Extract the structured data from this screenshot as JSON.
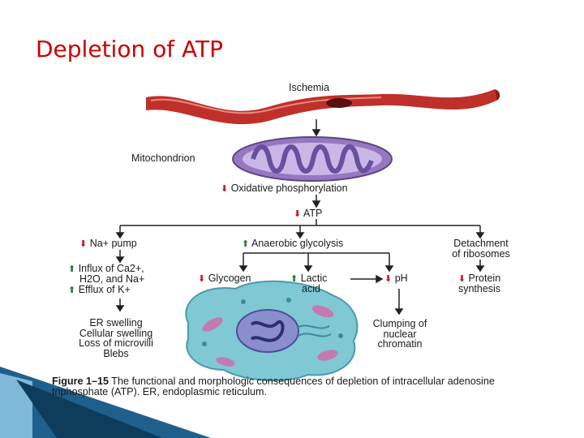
{
  "slide": {
    "title": "Depletion of ATP",
    "title_color": "#cc0000"
  },
  "diagram": {
    "ischemia": "Ischemia",
    "mitochondrion": "Mitochondrion",
    "oxphos": "Oxidative phosphorylation",
    "atp": "ATP",
    "na_pump": "Na+ pump",
    "anaerobic": "Anaerobic glycolysis",
    "detach_line1": "Detachment",
    "detach_line2": "of ribosomes",
    "influx_line1": "Influx of Ca2+,",
    "influx_line2": "H2O, and Na+",
    "efflux": "Efflux of K+",
    "glycogen": "Glycogen",
    "lactic_line1": "Lactic",
    "lactic_line2": "acid",
    "ph": "pH",
    "protein_line1": "Protein",
    "protein_line2": "synthesis",
    "er_line1": "ER swelling",
    "er_line2": "Cellular swelling",
    "er_line3": "Loss of microvilli",
    "er_line4": "Blebs",
    "clump_line1": "Clumping of",
    "clump_line2": "nuclear",
    "clump_line3": "chromatin"
  },
  "figure_caption": {
    "label": "Figure 1–15",
    "text": "The functional and morphologic consequences of depletion of intracellular adenosine triphosphate (ATP). ER, endoplasmic reticulum."
  },
  "colors": {
    "increase": "#1f7a1f",
    "decrease": "#d01010",
    "vessel": "#c0302a",
    "mitochondrion": "#8a6fb8",
    "cell": "#7fc8d4"
  },
  "icons": [
    "up-arrow-icon",
    "down-arrow-icon",
    "blood-vessel-icon",
    "mitochondrion-icon",
    "cell-icon"
  ]
}
